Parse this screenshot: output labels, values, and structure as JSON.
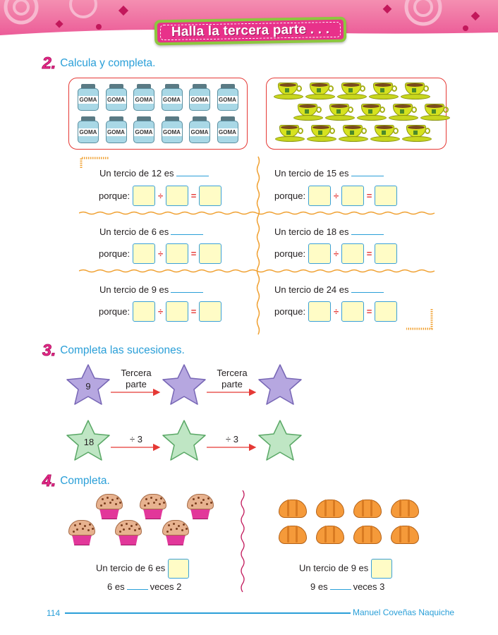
{
  "header": {
    "title": "Halla la tercera parte . . ."
  },
  "section2": {
    "number": "2.",
    "instruction": "Calcula y completa.",
    "jar_label": "GOMA",
    "exercises": [
      {
        "statement": "Un tercio de 12 es",
        "porque": "porque:",
        "div": "÷",
        "eq": "="
      },
      {
        "statement": "Un tercio de 15 es",
        "porque": "porque:",
        "div": "÷",
        "eq": "="
      },
      {
        "statement": "Un tercio de 6 es",
        "porque": "porque:",
        "div": "÷",
        "eq": "="
      },
      {
        "statement": "Un tercio de 18 es",
        "porque": "porque:",
        "div": "÷",
        "eq": "="
      },
      {
        "statement": "Un tercio de 9 es",
        "porque": "porque:",
        "div": "÷",
        "eq": "="
      },
      {
        "statement": "Un tercio de 24 es",
        "porque": "porque:",
        "div": "÷",
        "eq": "="
      }
    ]
  },
  "section3": {
    "number": "3.",
    "instruction": "Completa las sucesiones.",
    "row1": {
      "start": "9",
      "arrow1_line1": "Tercera",
      "arrow1_line2": "parte",
      "arrow2_line1": "Tercera",
      "arrow2_line2": "parte",
      "color": "#b6a7e0"
    },
    "row2": {
      "start": "18",
      "arrow1": "÷ 3",
      "arrow2": "÷ 3",
      "color": "#bfe6c4"
    }
  },
  "section4": {
    "number": "4.",
    "instruction": "Completa.",
    "left": {
      "line1": "Un tercio de 6 es",
      "line2_a": "6 es",
      "line2_b": "veces 2"
    },
    "right": {
      "line1": "Un tercio de 9 es",
      "line2_a": "9 es",
      "line2_b": "veces 3"
    }
  },
  "footer": {
    "page": "114",
    "author": "Manuel Coveñas Naquiche"
  },
  "colors": {
    "accent_blue": "#2a9fd8",
    "pink": "#e8318a",
    "green": "#8dc63f",
    "red": "#e53935"
  }
}
